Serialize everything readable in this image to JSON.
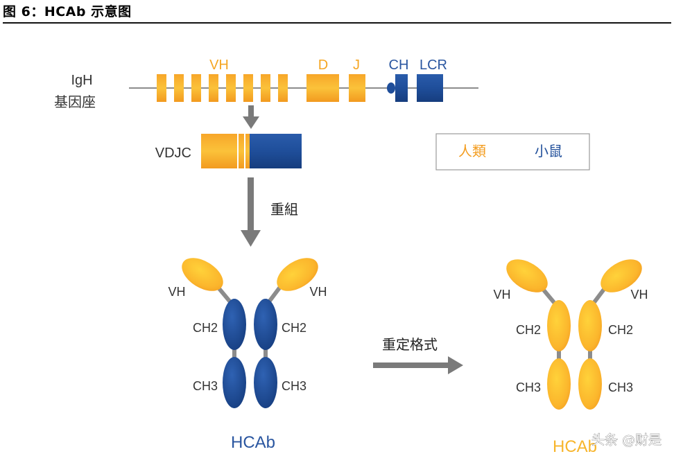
{
  "title": "图 6：HCAb 示意图",
  "locus": {
    "label_line1": "IgH",
    "label_line2": "基因座",
    "segment_labels": {
      "vh": "VH",
      "d": "D",
      "j": "J",
      "ch": "CH",
      "lcr": "LCR"
    }
  },
  "vdjc_label": "VDJC",
  "recombination_label": "重組",
  "legend": {
    "human": {
      "label": "人類",
      "color": "#f39c1e"
    },
    "mouse": {
      "label": "小鼠",
      "color": "#1f4e9a"
    }
  },
  "antibody_left": {
    "vh_left": "VH",
    "vh_right": "VH",
    "ch2_left": "CH2",
    "ch2_right": "CH2",
    "ch3_left": "CH3",
    "ch3_right": "CH3",
    "name": "HCAb"
  },
  "reformat_label": "重定格式",
  "antibody_right": {
    "vh_left": "VH",
    "vh_right": "VH",
    "ch2_left": "CH2",
    "ch2_right": "CH2",
    "ch3_left": "CH3",
    "ch3_right": "CH3",
    "name": "HCAb"
  },
  "watermark": "头条 @财是"
}
